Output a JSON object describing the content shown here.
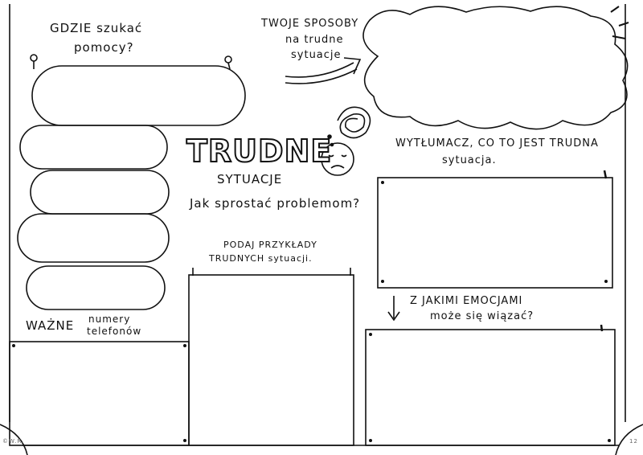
{
  "where_help": {
    "line1": "GDZIE szukać",
    "line2": "pomocy?"
  },
  "ways": {
    "line1": "TWOJE SPOSOBY",
    "line2": "na trudne",
    "line3": "sytuacje"
  },
  "title": {
    "main": "TRUDNE",
    "sub": "SYTUACJE",
    "question": "Jak sprostać problemom?"
  },
  "explain": {
    "line1": "WYTŁUMACZ, CO TO JEST TRUDNA",
    "line2": "sytuacja."
  },
  "examples": {
    "line1": "PODAJ PRZYKŁADY",
    "line2": "TRUDNYCH sytuacji."
  },
  "emotions": {
    "line1": "Z JAKIMI EMOCJAMI",
    "line2": "może się wiązać?"
  },
  "important": {
    "label": "WAŻNE",
    "line1": "numery",
    "line2": "telefonów"
  },
  "footer": {
    "copyright": "©W.R.",
    "page_number": "12"
  }
}
